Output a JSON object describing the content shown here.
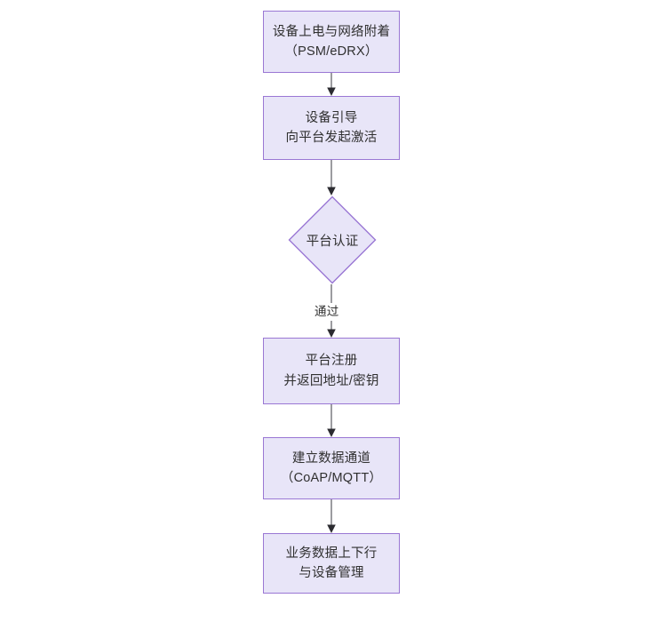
{
  "diagram": {
    "type": "flowchart",
    "orientation": "top-to-bottom",
    "background_color": "#ffffff",
    "node_fill_color": "#e8e5f8",
    "node_border_color": "#9a77d4",
    "text_color": "#303030",
    "edge_color": "#4c4c52",
    "nodes": [
      {
        "id": "n1",
        "shape": "rectangle",
        "line1": "设备上电与网络附着",
        "line2": "（PSM/eDRX）"
      },
      {
        "id": "n2",
        "shape": "rectangle",
        "line1": "设备引导",
        "line2": "向平台发起激活"
      },
      {
        "id": "n3",
        "shape": "diamond",
        "line1": "平台认证"
      },
      {
        "id": "n4",
        "shape": "rectangle",
        "line1": "平台注册",
        "line2": "并返回地址/密钥"
      },
      {
        "id": "n5",
        "shape": "rectangle",
        "line1": "建立数据通道",
        "line2": "（CoAP/MQTT）"
      },
      {
        "id": "n6",
        "shape": "rectangle",
        "line1": "业务数据上下行",
        "line2": "与设备管理"
      }
    ],
    "edges": [
      {
        "id": "e1",
        "from": "n1",
        "to": "n2",
        "label": ""
      },
      {
        "id": "e2",
        "from": "n2",
        "to": "n3",
        "label": ""
      },
      {
        "id": "e3",
        "from": "n3",
        "to": "n4",
        "label": "通过"
      },
      {
        "id": "e4",
        "from": "n4",
        "to": "n5",
        "label": ""
      },
      {
        "id": "e5",
        "from": "n5",
        "to": "n6",
        "label": ""
      }
    ]
  }
}
